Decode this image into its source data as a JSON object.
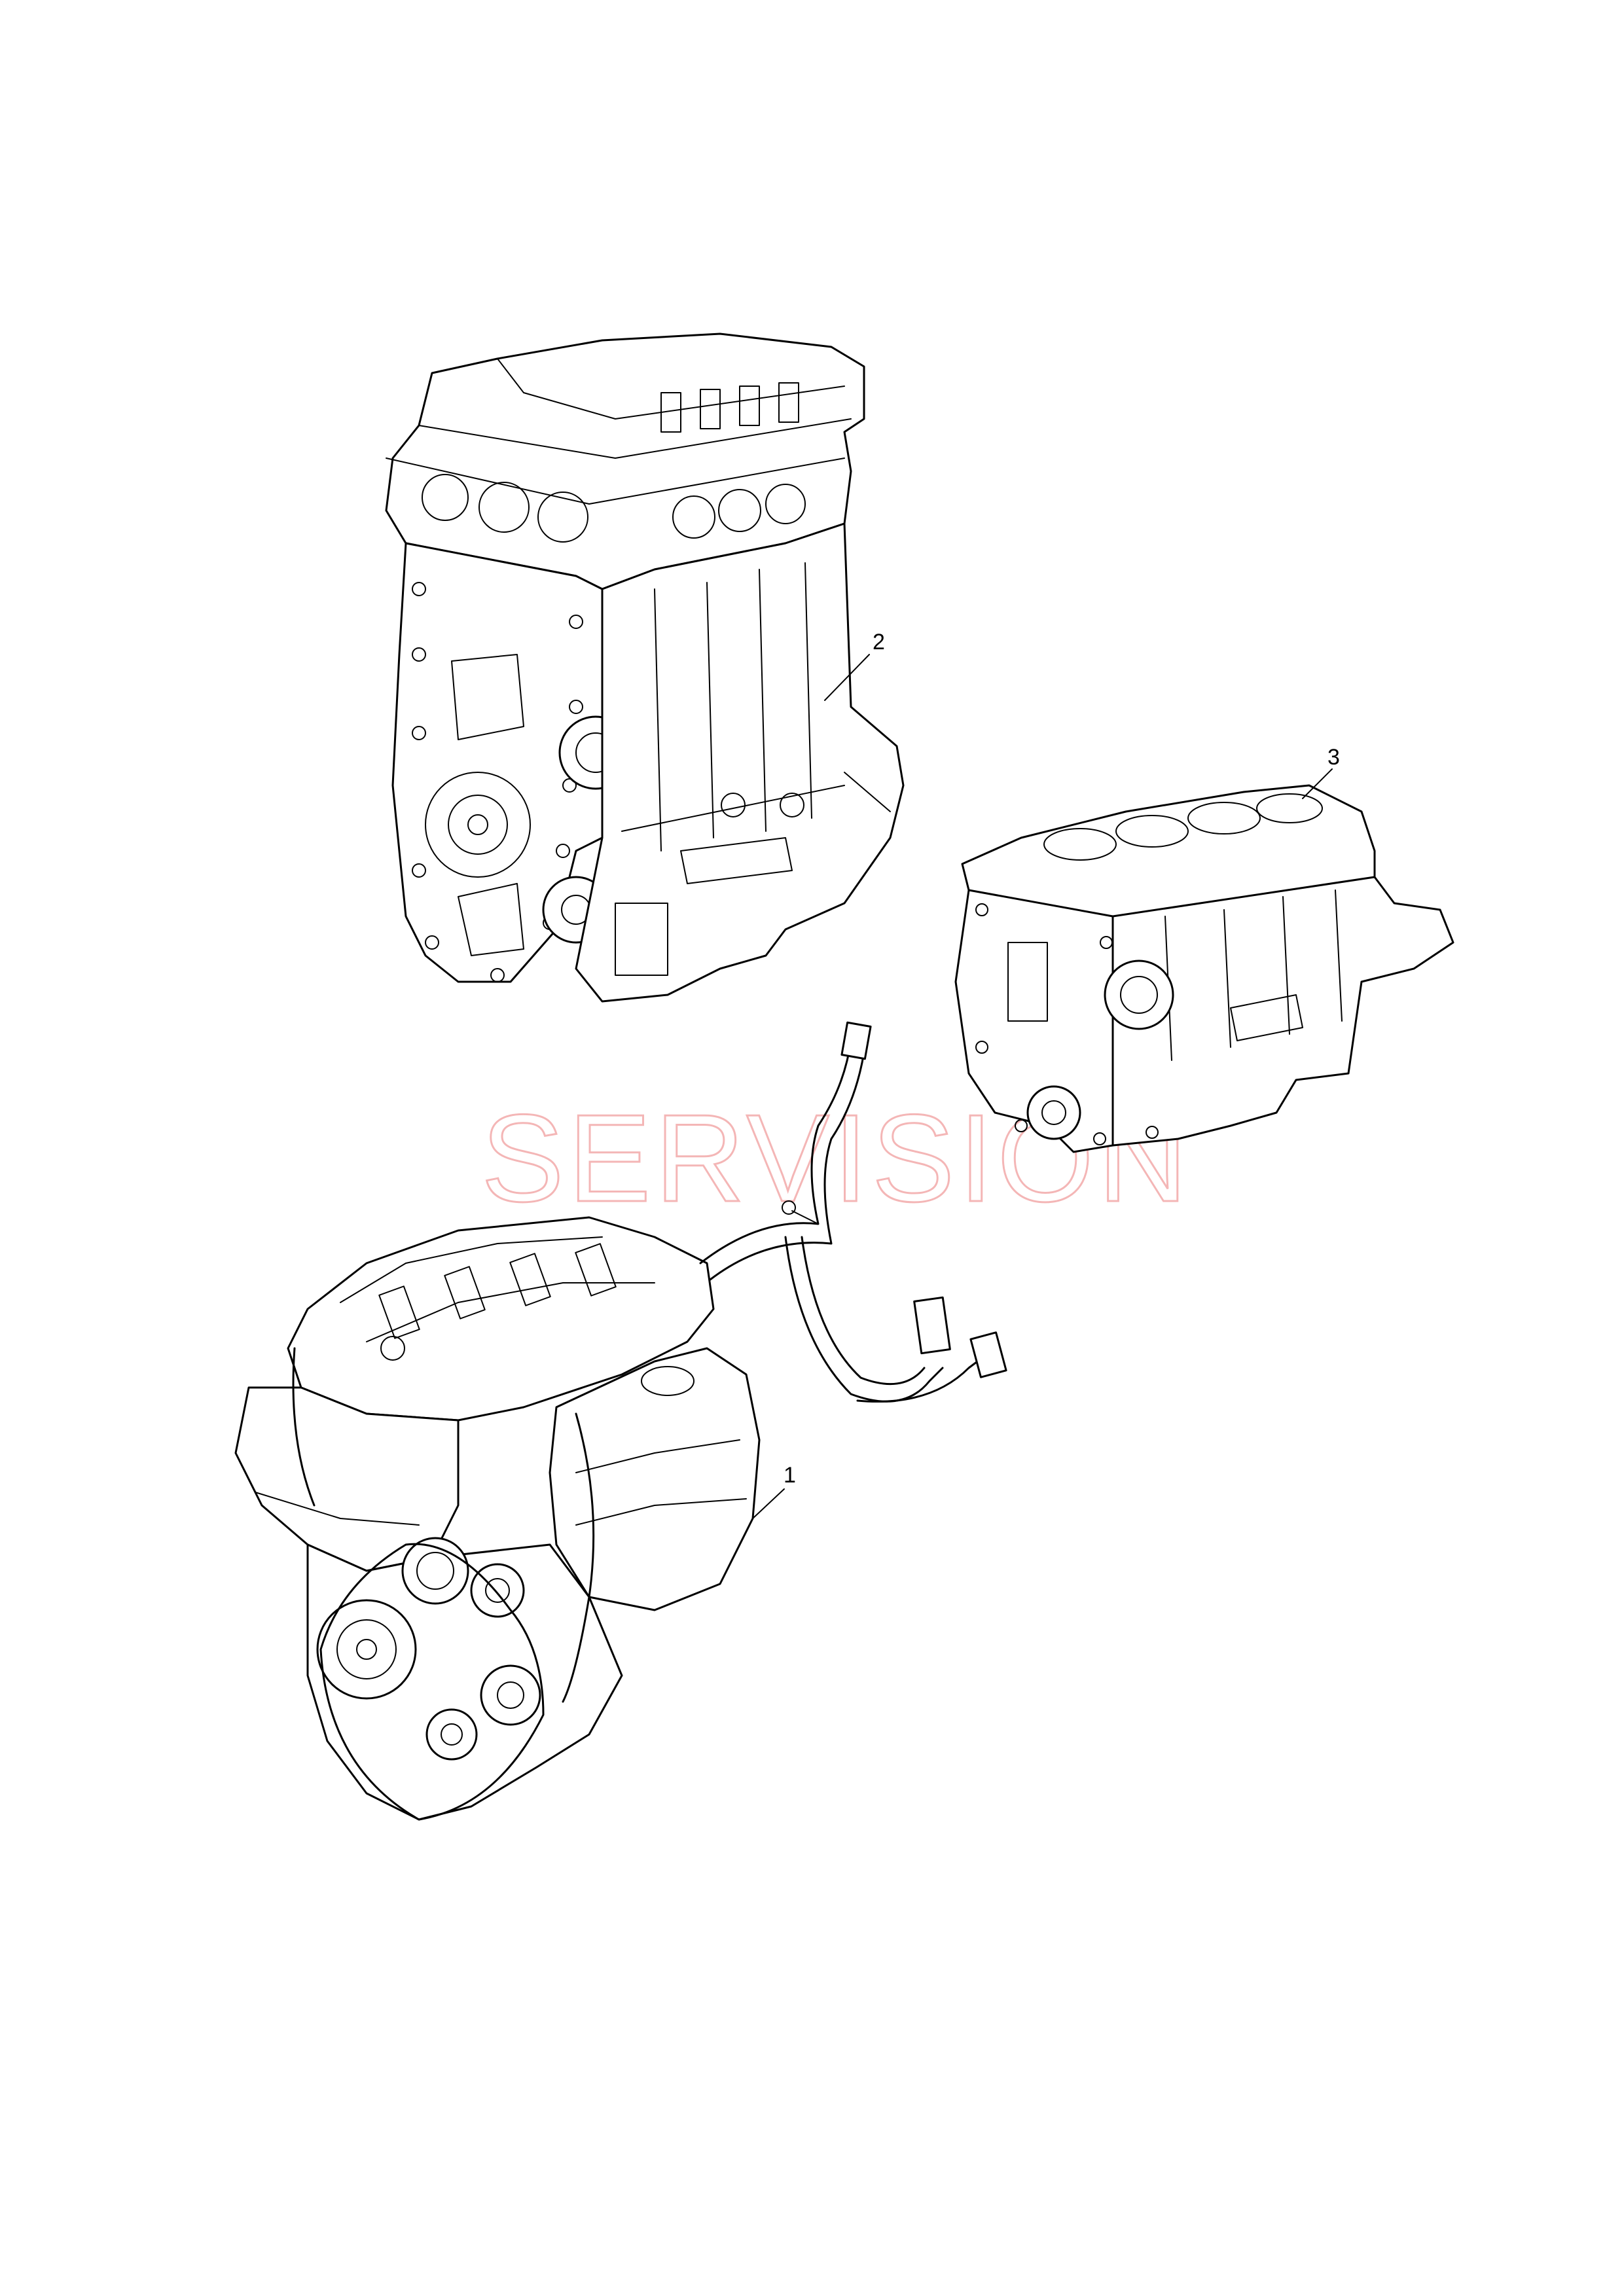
{
  "callouts": {
    "item1": "1",
    "item2": "2",
    "item3": "3"
  },
  "watermark": {
    "text": "SERVISION",
    "color": "#f4b6b6"
  },
  "icons": [
    "engine-assembly-illustration",
    "long-block-illustration",
    "short-block-illustration",
    "wiring-harness-illustration"
  ]
}
